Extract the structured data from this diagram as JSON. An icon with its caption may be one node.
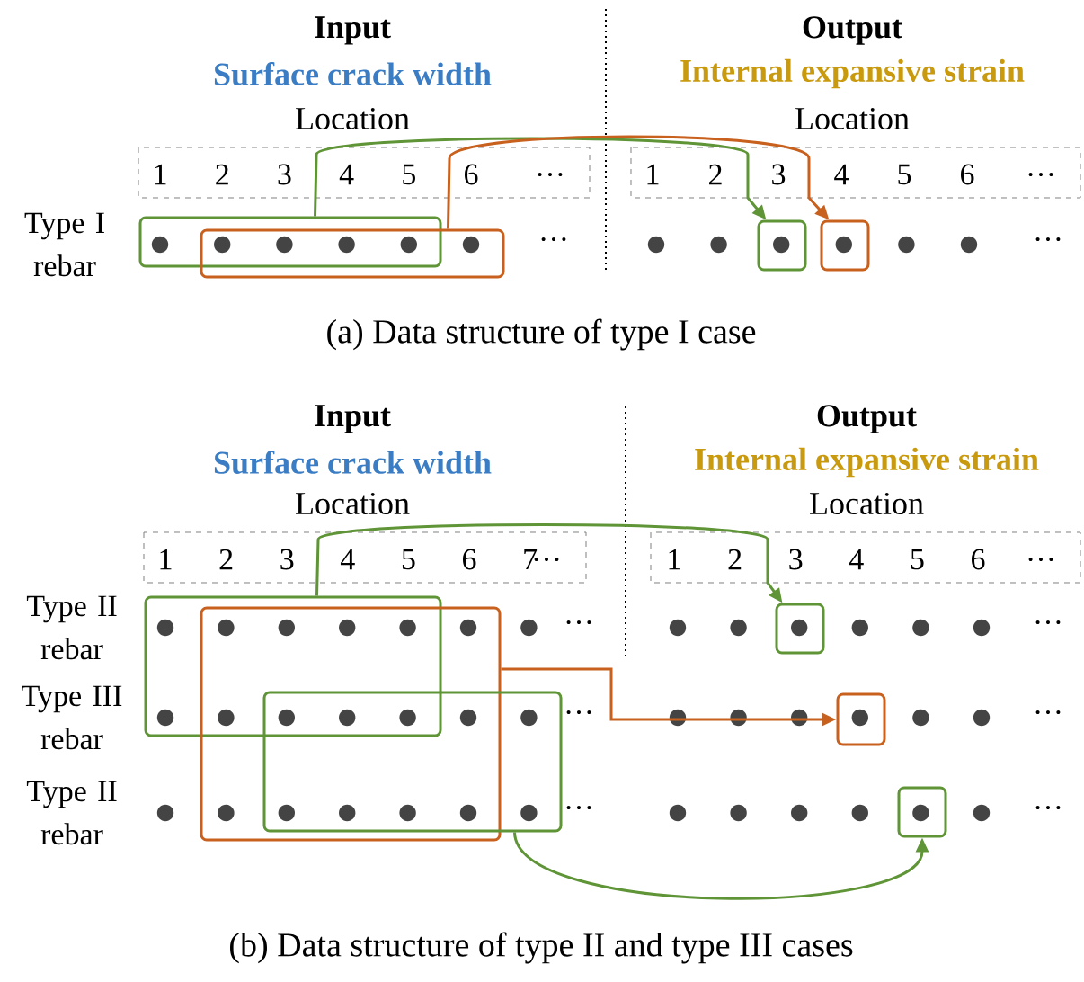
{
  "diagram": {
    "nodes": [
      {
        "text": [],
        "shape": "box"
      },
      {
        "text": [],
        "shape": "box"
      },
      {
        "text": [],
        "shape": "box"
      },
      {
        "text": [],
        "shape": "box"
      },
      {
        "text": [],
        "shape": "box"
      },
      {
        "text": [],
        "shape": "box"
      },
      {
        "text": [],
        "shape": "box"
      },
      {
        "text": [],
        "shape": "box"
      },
      {
        "text": [],
        "shape": "box"
      },
      {
        "text": [],
        "shape": "box"
      }
    ],
    "edges": [
      {
        "from": 0,
        "to": 2,
        "arrow": "to",
        "color": "#5f9437"
      },
      {
        "from": 1,
        "to": 3,
        "arrow": "to",
        "color": "#c8601e"
      },
      {
        "from": 4,
        "to": 7,
        "arrow": "to",
        "color": "#5f9437"
      },
      {
        "from": 5,
        "to": 8,
        "arrow": "to",
        "color": "#c8601e"
      },
      {
        "from": 6,
        "to": 9,
        "arrow": "to",
        "color": "#5f9437"
      }
    ],
    "labels": [
      "Input",
      "Output",
      "Surface crack width",
      "Internal expansive strain",
      "Location",
      "Location",
      "1",
      "2",
      "3",
      "4",
      "5",
      "6",
      "…",
      "1",
      "2",
      "3",
      "4",
      "5",
      "6",
      "…",
      "Type I rebar",
      "…",
      "…",
      "(a) Data structure of type I case",
      "Input",
      "Output",
      "Surface crack width",
      "Internal expansive strain",
      "Location",
      "Location",
      "1",
      "2",
      "3",
      "4",
      "5",
      "6",
      "7",
      "…",
      "1",
      "2",
      "3",
      "4",
      "5",
      "6",
      "…",
      "Type II rebar",
      "…",
      "…",
      "Type III rebar",
      "…",
      "…",
      "Type II rebar",
      "…",
      "…",
      "(b) Data structure of type II and type III cases"
    ]
  }
}
